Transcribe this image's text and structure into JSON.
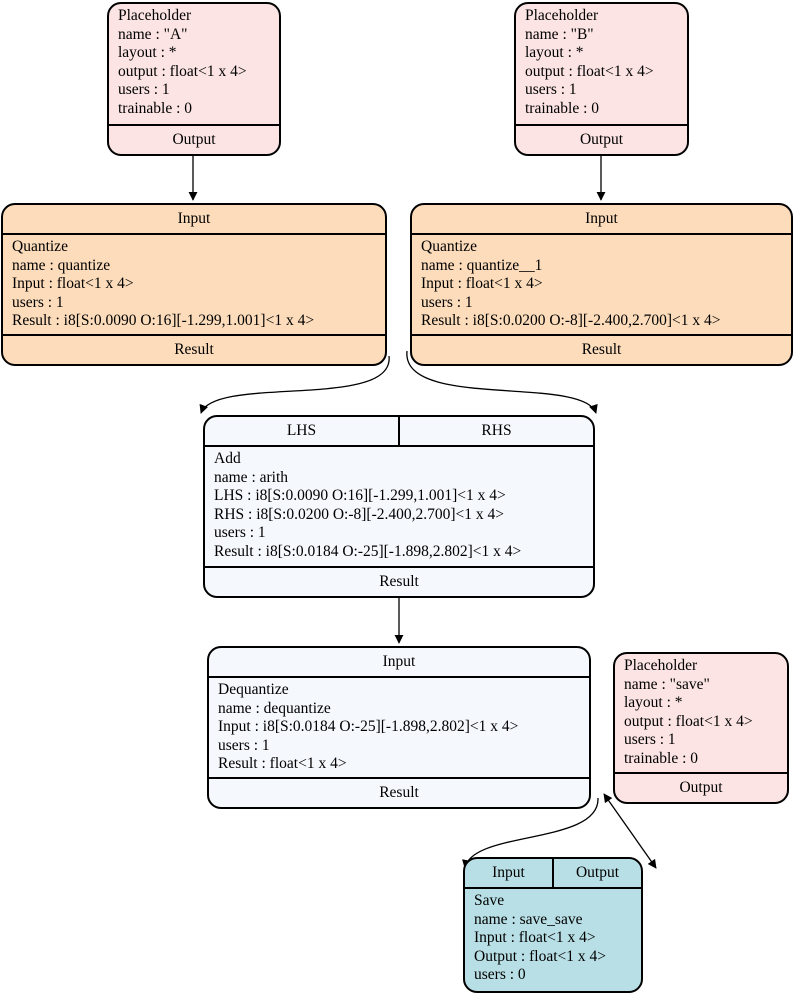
{
  "nodes": {
    "placeholder_a": {
      "lines": [
        "Placeholder",
        "name : \"A\"",
        "layout : *",
        "output : float<1 x 4>",
        "users : 1",
        "trainable : 0"
      ],
      "ports_out": [
        "Output"
      ],
      "color": "#fbe4e3"
    },
    "placeholder_b": {
      "lines": [
        "Placeholder",
        "name : \"B\"",
        "layout : *",
        "output : float<1 x 4>",
        "users : 1",
        "trainable : 0"
      ],
      "ports_out": [
        "Output"
      ],
      "color": "#fbe4e3"
    },
    "quantize": {
      "ports_in": [
        "Input"
      ],
      "lines": [
        "Quantize",
        "name : quantize",
        "Input : float<1 x 4>",
        "users : 1",
        "Result : i8[S:0.0090 O:16][-1.299,1.001]<1 x 4>"
      ],
      "ports_out": [
        "Result"
      ],
      "color": "#fcdcbb"
    },
    "quantize_1": {
      "ports_in": [
        "Input"
      ],
      "lines": [
        "Quantize",
        "name : quantize__1",
        "Input : float<1 x 4>",
        "users : 1",
        "Result : i8[S:0.0200 O:-8][-2.400,2.700]<1 x 4>"
      ],
      "ports_out": [
        "Result"
      ],
      "color": "#fcdcbb"
    },
    "add": {
      "ports_in": [
        "LHS",
        "RHS"
      ],
      "lines": [
        "Add",
        "name : arith",
        "LHS : i8[S:0.0090 O:16][-1.299,1.001]<1 x 4>",
        "RHS : i8[S:0.0200 O:-8][-2.400,2.700]<1 x 4>",
        "users : 1",
        "Result : i8[S:0.0184 O:-25][-1.898,2.802]<1 x 4>"
      ],
      "ports_out": [
        "Result"
      ],
      "color": "#f5f8fd"
    },
    "dequantize": {
      "ports_in": [
        "Input"
      ],
      "lines": [
        "Dequantize",
        "name : dequantize",
        "Input : i8[S:0.0184 O:-25][-1.898,2.802]<1 x 4>",
        "users : 1",
        "Result : float<1 x 4>"
      ],
      "ports_out": [
        "Result"
      ],
      "color": "#f5f8fd"
    },
    "placeholder_save": {
      "lines": [
        "Placeholder",
        "name : \"save\"",
        "layout : *",
        "output : float<1 x 4>",
        "users : 1",
        "trainable : 0"
      ],
      "ports_out": [
        "Output"
      ],
      "color": "#fbe4e3"
    },
    "save": {
      "ports_in": [
        "Input",
        "Output"
      ],
      "lines": [
        "Save",
        "name : save_save",
        "Input : float<1 x 4>",
        "Output : float<1 x 4>",
        "users : 0"
      ],
      "color": "#b8dfe5"
    }
  },
  "edges": [
    {
      "from": "placeholder_a.Output",
      "to": "quantize.Input"
    },
    {
      "from": "placeholder_b.Output",
      "to": "quantize_1.Input"
    },
    {
      "from": "quantize.Result",
      "to": "add.LHS"
    },
    {
      "from": "quantize_1.Result",
      "to": "add.RHS"
    },
    {
      "from": "add.Result",
      "to": "dequantize.Input"
    },
    {
      "from": "dequantize.Result",
      "to": "save.Input"
    },
    {
      "from": "placeholder_save.Output",
      "to": "save.Output"
    }
  ]
}
